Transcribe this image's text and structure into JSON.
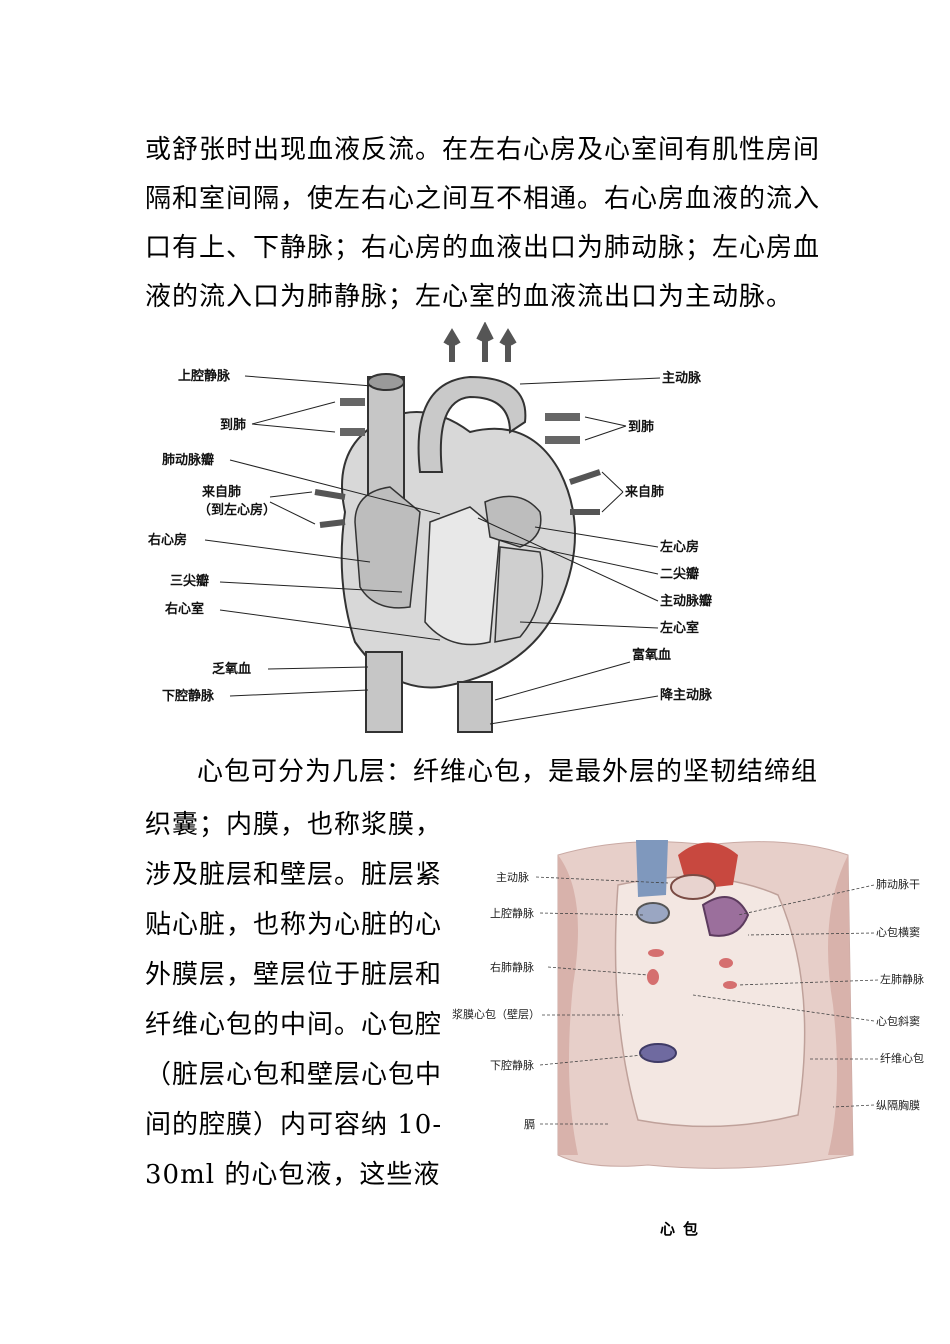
{
  "paragraph1": [
    "或舒张时出现血液反流。在左右心房及心室间有肌性房间",
    "隔和室间隔，使左右心之间互不相通。右心房血液的流入",
    "口有上、下静脉；右心房的血液出口为肺动脉；左心房血",
    "液的流入口为肺静脉；左心室的血液流出口为主动脉。"
  ],
  "heart_labels": {
    "superior_vena_cava": "上腔静脉",
    "to_lungs_left": "到肺",
    "pulmonary_valve": "肺动脉瓣",
    "from_lungs_left": "来自肺",
    "to_left_atrium": "（到左心房）",
    "right_atrium": "右心房",
    "tricuspid": "三尖瓣",
    "right_ventricle": "右心室",
    "deoxygenated": "乏氧血",
    "inferior_vena_cava": "下腔静脉",
    "aorta": "主动脉",
    "to_lungs_right": "到肺",
    "from_lungs_right": "来自肺",
    "left_atrium": "左心房",
    "bicuspid": "二尖瓣",
    "aortic_valve": "主动脉瓣",
    "left_ventricle": "左心室",
    "oxygenated": "富氧血",
    "descending_aorta": "降主动脉"
  },
  "paragraph2_first": "心包可分为几层：纤维心包，是最外层的坚韧结缔组",
  "paragraph2_lines": [
    "织囊；内膜，也称浆膜，",
    "涉及脏层和壁层。脏层紧",
    "贴心脏，也称为心脏的心",
    "外膜层，壁层位于脏层和",
    "纤维心包的中间。心包腔",
    "（脏层心包和壁层心包中",
    "间的腔膜）内可容纳 10-",
    "30ml 的心包液，这些液"
  ],
  "pericardium_labels": {
    "aorta": "主动脉",
    "svc": "上腔静脉",
    "right_pulm_vein": "右肺静脉",
    "serous_parietal": "浆膜心包（壁层）",
    "ivc": "下腔静脉",
    "diaphragm": "膈",
    "pulm_trunk": "肺动脉干",
    "transverse_sinus": "心包横窦",
    "left_pulm_vein": "左肺静脉",
    "oblique_sinus": "心包斜窦",
    "fibrous": "纤维心包",
    "mediastinal_pleura": "纵隔胸膜"
  },
  "caption": "心包"
}
